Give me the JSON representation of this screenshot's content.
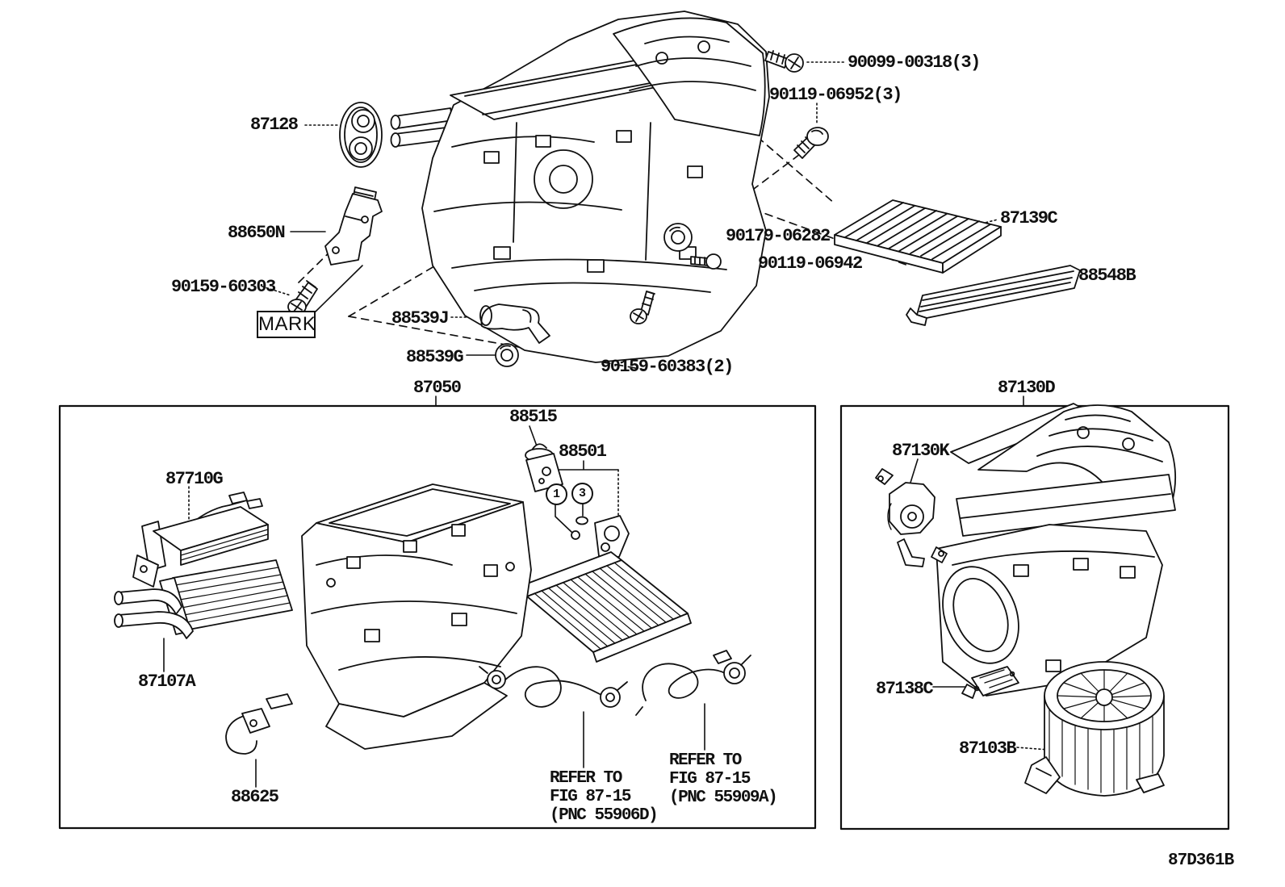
{
  "page": {
    "background": "#ffffff",
    "ink": "#101010",
    "diagram_code": "87D361B"
  },
  "labels": {
    "p87128": "87128",
    "p88650n": "88650N",
    "p90159_60303": "90159-60303",
    "mark": "MARK",
    "p88539j": "88539J",
    "p88539g": "88539G",
    "p90099_00318": "90099-00318(3)",
    "p90119_06952": "90119-06952(3)",
    "p90179_06282": "90179-06282",
    "p90119_06942": "90119-06942",
    "p87139c": "87139C",
    "p88548b": "88548B",
    "p90159_60383": "90159-60383(2)",
    "p87050": "87050",
    "p88515": "88515",
    "p88501": "88501",
    "p87710g": "87710G",
    "p87107a": "87107A",
    "p88625": "88625",
    "p87130d": "87130D",
    "p87130k": "87130K",
    "p87138c": "87138C",
    "p87103b": "87103B"
  },
  "callouts": {
    "c1": "1",
    "c3": "3"
  },
  "notes": {
    "refer_left": {
      "lines": [
        "REFER TO",
        "FIG 87-15",
        "(PNC 55906D)"
      ]
    },
    "refer_right": {
      "lines": [
        "REFER TO",
        "FIG 87-15",
        "(PNC 55909A)"
      ]
    }
  }
}
